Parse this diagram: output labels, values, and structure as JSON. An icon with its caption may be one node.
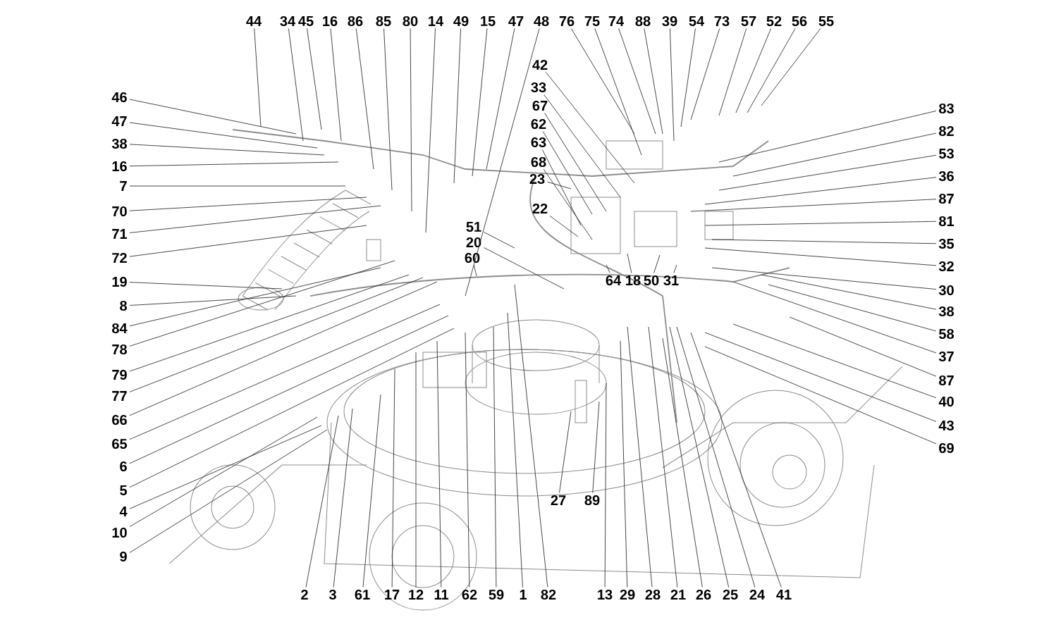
{
  "diagram": {
    "nodes": [
      {
        "text": [
          "44"
        ]
      },
      {
        "text": [
          "34"
        ]
      },
      {
        "text": [
          "45"
        ]
      },
      {
        "text": [
          "16"
        ]
      },
      {
        "text": [
          "86"
        ]
      },
      {
        "text": [
          "85"
        ]
      },
      {
        "text": [
          "80"
        ]
      },
      {
        "text": [
          "14"
        ]
      },
      {
        "text": [
          "49"
        ]
      },
      {
        "text": [
          "15"
        ]
      },
      {
        "text": [
          "47"
        ]
      },
      {
        "text": [
          "48"
        ]
      },
      {
        "text": [
          "76"
        ]
      },
      {
        "text": [
          "75"
        ]
      },
      {
        "text": [
          "74"
        ]
      },
      {
        "text": [
          "88"
        ]
      },
      {
        "text": [
          "39"
        ]
      },
      {
        "text": [
          "54"
        ]
      },
      {
        "text": [
          "73"
        ]
      },
      {
        "text": [
          "57"
        ]
      },
      {
        "text": [
          "52"
        ]
      },
      {
        "text": [
          "56"
        ]
      },
      {
        "text": [
          "55"
        ]
      },
      {
        "text": [
          "42"
        ]
      },
      {
        "text": [
          "33"
        ]
      },
      {
        "text": [
          "67"
        ]
      },
      {
        "text": [
          "62"
        ]
      },
      {
        "text": [
          "63"
        ]
      },
      {
        "text": [
          "68"
        ]
      },
      {
        "text": [
          "23"
        ]
      },
      {
        "text": [
          "22"
        ]
      },
      {
        "text": [
          "51"
        ]
      },
      {
        "text": [
          "20"
        ]
      },
      {
        "text": [
          "60"
        ]
      },
      {
        "text": [
          "64"
        ]
      },
      {
        "text": [
          "18"
        ]
      },
      {
        "text": [
          "50"
        ]
      },
      {
        "text": [
          "31"
        ]
      },
      {
        "text": [
          "27"
        ]
      },
      {
        "text": [
          "89"
        ]
      },
      {
        "text": [
          "46"
        ]
      },
      {
        "text": [
          "47"
        ]
      },
      {
        "text": [
          "38"
        ]
      },
      {
        "text": [
          "16"
        ]
      },
      {
        "text": [
          "7"
        ]
      },
      {
        "text": [
          "70"
        ]
      },
      {
        "text": [
          "71"
        ]
      },
      {
        "text": [
          "72"
        ]
      },
      {
        "text": [
          "19"
        ]
      },
      {
        "text": [
          "8"
        ]
      },
      {
        "text": [
          "84"
        ]
      },
      {
        "text": [
          "78"
        ]
      },
      {
        "text": [
          "79"
        ]
      },
      {
        "text": [
          "77"
        ]
      },
      {
        "text": [
          "66"
        ]
      },
      {
        "text": [
          "65"
        ]
      },
      {
        "text": [
          "6"
        ]
      },
      {
        "text": [
          "5"
        ]
      },
      {
        "text": [
          "4"
        ]
      },
      {
        "text": [
          "10"
        ]
      },
      {
        "text": [
          "9"
        ]
      },
      {
        "text": [
          "83"
        ]
      },
      {
        "text": [
          "82"
        ]
      },
      {
        "text": [
          "53"
        ]
      },
      {
        "text": [
          "36"
        ]
      },
      {
        "text": [
          "87"
        ]
      },
      {
        "text": [
          "81"
        ]
      },
      {
        "text": [
          "35"
        ]
      },
      {
        "text": [
          "32"
        ]
      },
      {
        "text": [
          "30"
        ]
      },
      {
        "text": [
          "38"
        ]
      },
      {
        "text": [
          "58"
        ]
      },
      {
        "text": [
          "37"
        ]
      },
      {
        "text": [
          "87"
        ]
      },
      {
        "text": [
          "40"
        ]
      },
      {
        "text": [
          "43"
        ]
      },
      {
        "text": [
          "69"
        ]
      },
      {
        "text": [
          "2"
        ]
      },
      {
        "text": [
          "3"
        ]
      },
      {
        "text": [
          "61"
        ]
      },
      {
        "text": [
          "17"
        ]
      },
      {
        "text": [
          "12"
        ]
      },
      {
        "text": [
          "11"
        ]
      },
      {
        "text": [
          "62"
        ]
      },
      {
        "text": [
          "59"
        ]
      },
      {
        "text": [
          "1"
        ]
      },
      {
        "text": [
          "82"
        ]
      },
      {
        "text": [
          "13"
        ]
      },
      {
        "text": [
          "29"
        ]
      },
      {
        "text": [
          "28"
        ]
      },
      {
        "text": [
          "21"
        ]
      },
      {
        "text": [
          "26"
        ]
      },
      {
        "text": [
          "25"
        ]
      },
      {
        "text": [
          "24"
        ]
      },
      {
        "text": [
          "41"
        ]
      }
    ],
    "edges": [
      {
        "from": 0,
        "to": null,
        "arrow": "none"
      },
      {
        "from": 1,
        "to": null,
        "arrow": "none"
      },
      {
        "from": 2,
        "to": null,
        "arrow": "none"
      },
      {
        "from": 3,
        "to": null,
        "arrow": "none"
      },
      {
        "from": 4,
        "to": null,
        "arrow": "none"
      },
      {
        "from": 5,
        "to": null,
        "arrow": "none"
      },
      {
        "from": 6,
        "to": null,
        "arrow": "none"
      },
      {
        "from": 7,
        "to": null,
        "arrow": "none"
      },
      {
        "from": 8,
        "to": null,
        "arrow": "none"
      },
      {
        "from": 9,
        "to": null,
        "arrow": "none"
      },
      {
        "from": 10,
        "to": null,
        "arrow": "none"
      },
      {
        "from": 11,
        "to": null,
        "arrow": "none"
      },
      {
        "from": 12,
        "to": null,
        "arrow": "none"
      },
      {
        "from": 13,
        "to": null,
        "arrow": "none"
      },
      {
        "from": 14,
        "to": null,
        "arrow": "none"
      },
      {
        "from": 15,
        "to": null,
        "arrow": "none"
      },
      {
        "from": 16,
        "to": null,
        "arrow": "none"
      },
      {
        "from": 17,
        "to": null,
        "arrow": "none"
      },
      {
        "from": 18,
        "to": null,
        "arrow": "none"
      },
      {
        "from": 19,
        "to": null,
        "arrow": "none"
      },
      {
        "from": 20,
        "to": null,
        "arrow": "none"
      },
      {
        "from": 21,
        "to": null,
        "arrow": "none"
      },
      {
        "from": 22,
        "to": null,
        "arrow": "none"
      },
      {
        "from": 23,
        "to": null,
        "arrow": "none"
      },
      {
        "from": 24,
        "to": null,
        "arrow": "none"
      },
      {
        "from": 25,
        "to": null,
        "arrow": "none"
      },
      {
        "from": 26,
        "to": null,
        "arrow": "none"
      },
      {
        "from": 27,
        "to": null,
        "arrow": "none"
      },
      {
        "from": 28,
        "to": null,
        "arrow": "none"
      },
      {
        "from": 29,
        "to": null,
        "arrow": "none"
      },
      {
        "from": 30,
        "to": null,
        "arrow": "none"
      },
      {
        "from": 31,
        "to": null,
        "arrow": "none"
      },
      {
        "from": 32,
        "to": null,
        "arrow": "none"
      },
      {
        "from": 33,
        "to": null,
        "arrow": "none"
      },
      {
        "from": 34,
        "to": null,
        "arrow": "none"
      },
      {
        "from": 35,
        "to": null,
        "arrow": "none"
      },
      {
        "from": 36,
        "to": null,
        "arrow": "none"
      },
      {
        "from": 37,
        "to": null,
        "arrow": "none"
      },
      {
        "from": 38,
        "to": null,
        "arrow": "none"
      },
      {
        "from": 39,
        "to": null,
        "arrow": "none"
      },
      {
        "from": 40,
        "to": null,
        "arrow": "none"
      },
      {
        "from": 41,
        "to": null,
        "arrow": "none"
      },
      {
        "from": 42,
        "to": null,
        "arrow": "none"
      },
      {
        "from": 43,
        "to": null,
        "arrow": "none"
      },
      {
        "from": 44,
        "to": null,
        "arrow": "none"
      },
      {
        "from": 45,
        "to": null,
        "arrow": "none"
      },
      {
        "from": 46,
        "to": null,
        "arrow": "none"
      },
      {
        "from": 47,
        "to": null,
        "arrow": "none"
      },
      {
        "from": 48,
        "to": null,
        "arrow": "none"
      },
      {
        "from": 49,
        "to": null,
        "arrow": "none"
      },
      {
        "from": 50,
        "to": null,
        "arrow": "none"
      },
      {
        "from": 51,
        "to": null,
        "arrow": "none"
      },
      {
        "from": 52,
        "to": null,
        "arrow": "none"
      },
      {
        "from": 53,
        "to": null,
        "arrow": "none"
      },
      {
        "from": 54,
        "to": null,
        "arrow": "none"
      },
      {
        "from": 55,
        "to": null,
        "arrow": "none"
      },
      {
        "from": 56,
        "to": null,
        "arrow": "none"
      },
      {
        "from": 57,
        "to": null,
        "arrow": "none"
      },
      {
        "from": 58,
        "to": null,
        "arrow": "none"
      },
      {
        "from": 59,
        "to": null,
        "arrow": "none"
      },
      {
        "from": 60,
        "to": null,
        "arrow": "none"
      },
      {
        "from": 61,
        "to": null,
        "arrow": "none"
      },
      {
        "from": 62,
        "to": null,
        "arrow": "none"
      },
      {
        "from": 63,
        "to": null,
        "arrow": "none"
      },
      {
        "from": 64,
        "to": null,
        "arrow": "none"
      },
      {
        "from": 65,
        "to": null,
        "arrow": "none"
      },
      {
        "from": 66,
        "to": null,
        "arrow": "none"
      },
      {
        "from": 67,
        "to": null,
        "arrow": "none"
      },
      {
        "from": 68,
        "to": null,
        "arrow": "none"
      },
      {
        "from": 69,
        "to": null,
        "arrow": "none"
      },
      {
        "from": 70,
        "to": null,
        "arrow": "none"
      },
      {
        "from": 71,
        "to": null,
        "arrow": "none"
      },
      {
        "from": 72,
        "to": null,
        "arrow": "none"
      },
      {
        "from": 73,
        "to": null,
        "arrow": "none"
      },
      {
        "from": 74,
        "to": null,
        "arrow": "none"
      },
      {
        "from": 75,
        "to": null,
        "arrow": "none"
      },
      {
        "from": 76,
        "to": null,
        "arrow": "none"
      },
      {
        "from": 77,
        "to": null,
        "arrow": "none"
      },
      {
        "from": 78,
        "to": null,
        "arrow": "none"
      },
      {
        "from": 79,
        "to": null,
        "arrow": "none"
      },
      {
        "from": 80,
        "to": null,
        "arrow": "none"
      },
      {
        "from": 81,
        "to": null,
        "arrow": "none"
      },
      {
        "from": 82,
        "to": null,
        "arrow": "none"
      },
      {
        "from": 83,
        "to": null,
        "arrow": "none"
      },
      {
        "from": 84,
        "to": null,
        "arrow": "none"
      },
      {
        "from": 85,
        "to": null,
        "arrow": "none"
      },
      {
        "from": 86,
        "to": null,
        "arrow": "none"
      },
      {
        "from": 87,
        "to": null,
        "arrow": "none"
      },
      {
        "from": 88,
        "to": null,
        "arrow": "none"
      },
      {
        "from": 89,
        "to": null,
        "arrow": "none"
      },
      {
        "from": 90,
        "to": null,
        "arrow": "none"
      },
      {
        "from": 91,
        "to": null,
        "arrow": "none"
      },
      {
        "from": 92,
        "to": null,
        "arrow": "none"
      },
      {
        "from": 93,
        "to": null,
        "arrow": "none"
      },
      {
        "from": 94,
        "to": null,
        "arrow": "none"
      }
    ]
  }
}
